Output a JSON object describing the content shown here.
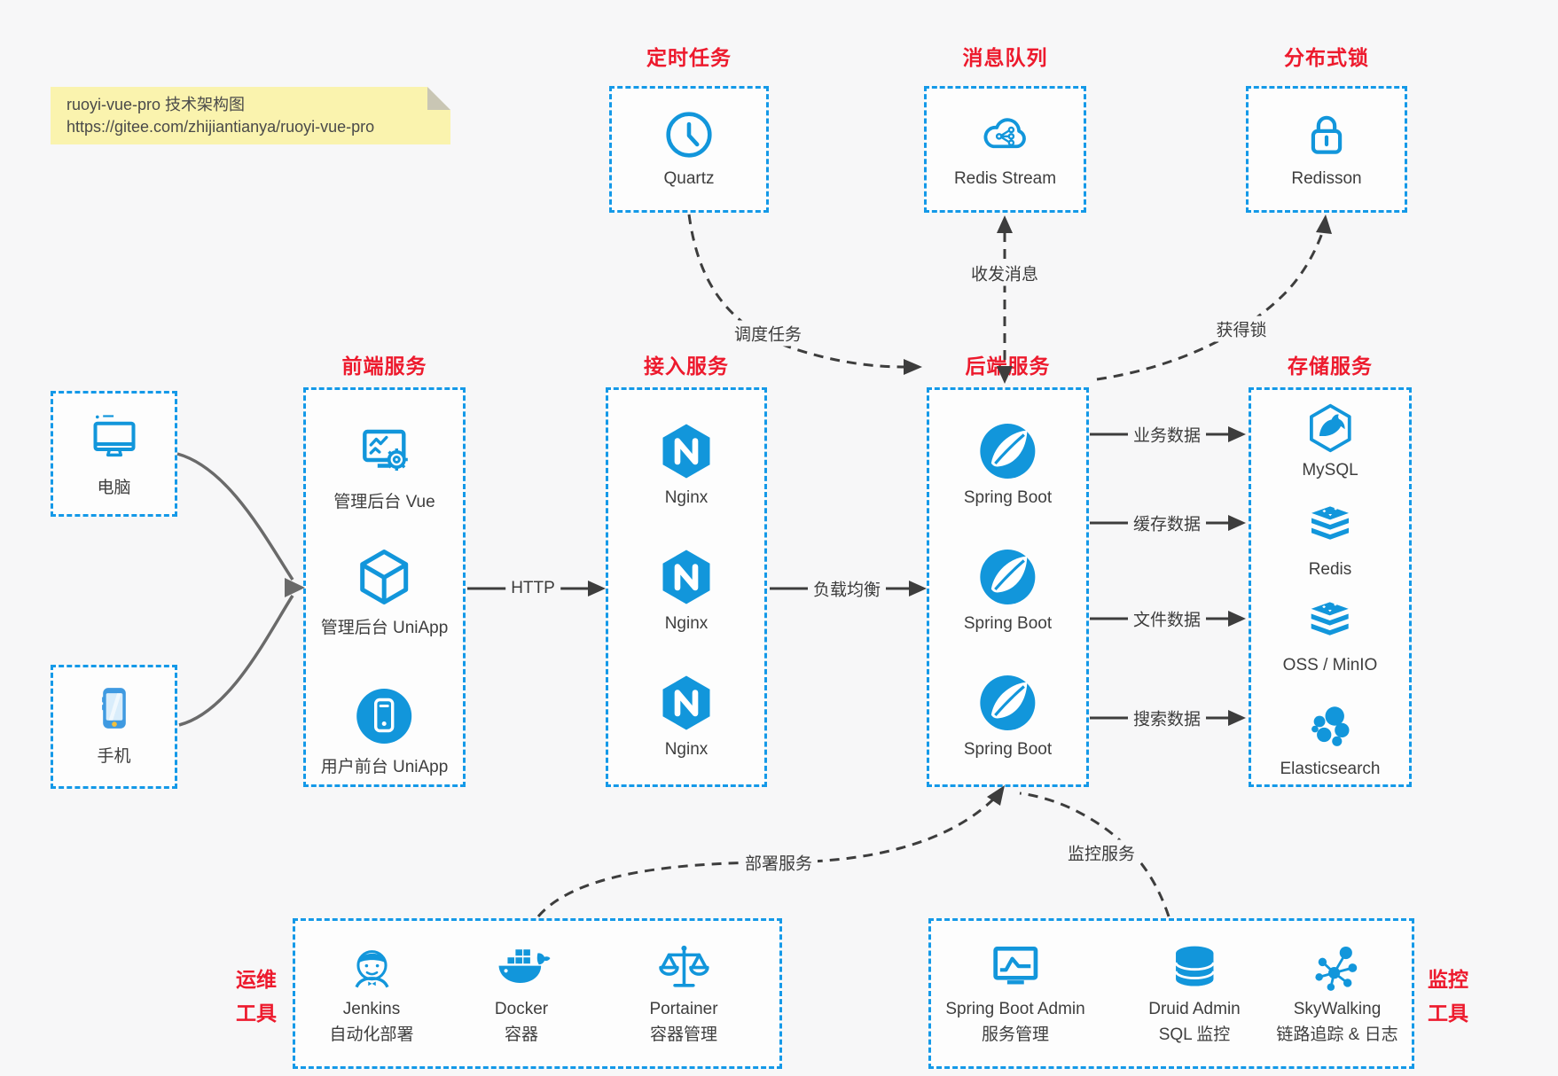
{
  "note": {
    "line1": "ruoyi-vue-pro 技术架构图",
    "line2": "https://gitee.com/zhijiantianya/ruoyi-vue-pro"
  },
  "colors": {
    "icon_blue": "#1296db",
    "border_blue": "#1499e8",
    "title_red": "#ed1a2d",
    "text_dark": "#3e3e3e",
    "arrow_dark": "#3d3d3d",
    "arrow_gray": "#6a6a6a",
    "note_bg": "#faf3ae",
    "page_bg": "#f7f7f8"
  },
  "top_groups": [
    {
      "title": "定时任务",
      "items": [
        {
          "icon": "clock-icon",
          "label": "Quartz"
        }
      ]
    },
    {
      "title": "消息队列",
      "items": [
        {
          "icon": "cloud-stream-icon",
          "label": "Redis Stream"
        }
      ]
    },
    {
      "title": "分布式锁",
      "items": [
        {
          "icon": "lock-icon",
          "label": "Redisson"
        }
      ]
    }
  ],
  "clients": [
    {
      "icon": "desktop-icon",
      "label": "电脑"
    },
    {
      "icon": "smartphone-icon",
      "label": "手机"
    }
  ],
  "main_groups": [
    {
      "title": "前端服务",
      "items": [
        {
          "icon": "admin-vue-icon",
          "label": "管理后台 Vue"
        },
        {
          "icon": "uniapp-cube-icon",
          "label": "管理后台 UniApp"
        },
        {
          "icon": "uniapp-user-icon",
          "label": "用户前台 UniApp"
        }
      ]
    },
    {
      "title": "接入服务",
      "items": [
        {
          "icon": "nginx-icon",
          "label": "Nginx"
        },
        {
          "icon": "nginx-icon",
          "label": "Nginx"
        },
        {
          "icon": "nginx-icon",
          "label": "Nginx"
        }
      ]
    },
    {
      "title": "后端服务",
      "items": [
        {
          "icon": "spring-boot-icon",
          "label": "Spring Boot"
        },
        {
          "icon": "spring-boot-icon",
          "label": "Spring Boot"
        },
        {
          "icon": "spring-boot-icon",
          "label": "Spring Boot"
        }
      ]
    },
    {
      "title": "存储服务",
      "items": [
        {
          "icon": "mysql-icon",
          "label": "MySQL"
        },
        {
          "icon": "redis-stack-icon",
          "label": "Redis"
        },
        {
          "icon": "oss-stack-icon",
          "label": "OSS / MinIO"
        },
        {
          "icon": "elasticsearch-icon",
          "label": "Elasticsearch"
        }
      ]
    }
  ],
  "bottom_groups": [
    {
      "side_label": [
        "运维",
        "工具"
      ],
      "items": [
        {
          "icon": "jenkins-icon",
          "label": "Jenkins",
          "sublabel": "自动化部署"
        },
        {
          "icon": "docker-icon",
          "label": "Docker",
          "sublabel": "容器"
        },
        {
          "icon": "portainer-icon",
          "label": "Portainer",
          "sublabel": "容器管理"
        }
      ]
    },
    {
      "side_label": [
        "监控",
        "工具"
      ],
      "items": [
        {
          "icon": "spring-boot-admin-icon",
          "label": "Spring Boot Admin",
          "sublabel": "服务管理"
        },
        {
          "icon": "druid-icon",
          "label": "Druid Admin",
          "sublabel": "SQL 监控"
        },
        {
          "icon": "skywalking-icon",
          "label": "SkyWalking",
          "sublabel": "链路追踪 & 日志"
        }
      ]
    }
  ],
  "edges": {
    "http": "HTTP",
    "load_balance": "负载均衡",
    "biz_data": "业务数据",
    "cache_data": "缓存数据",
    "file_data": "文件数据",
    "search_data": "搜索数据",
    "schedule": "调度任务",
    "message": "收发消息",
    "lock": "获得锁",
    "deploy": "部署服务",
    "monitor": "监控服务"
  }
}
